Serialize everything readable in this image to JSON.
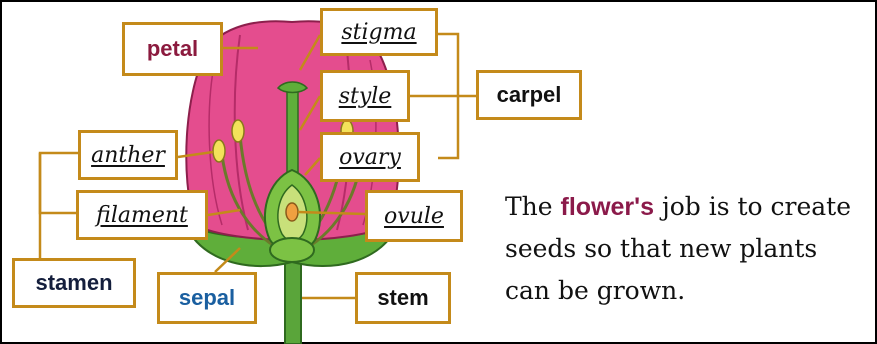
{
  "labels": {
    "stigma": "stigma",
    "petal": "petal",
    "style": "style",
    "carpel": "carpel",
    "anther": "anther",
    "ovary": "ovary",
    "filament": "filament",
    "ovule": "ovule",
    "stamen": "stamen",
    "sepal": "sepal",
    "stem": "stem"
  },
  "caption": {
    "before": "The ",
    "highlight": "flower's",
    "after": " job is to create seeds so that new plants can be grown."
  },
  "colors": {
    "box_border": "#c48a1a",
    "petal_label": "#8b1a3e",
    "sepal_label": "#1a5fa0",
    "stamen_label": "#141e3c",
    "petal_fill": "#e44d8e",
    "leaf_green": "#5fae3a",
    "anther_yellow": "#f3e25a"
  }
}
